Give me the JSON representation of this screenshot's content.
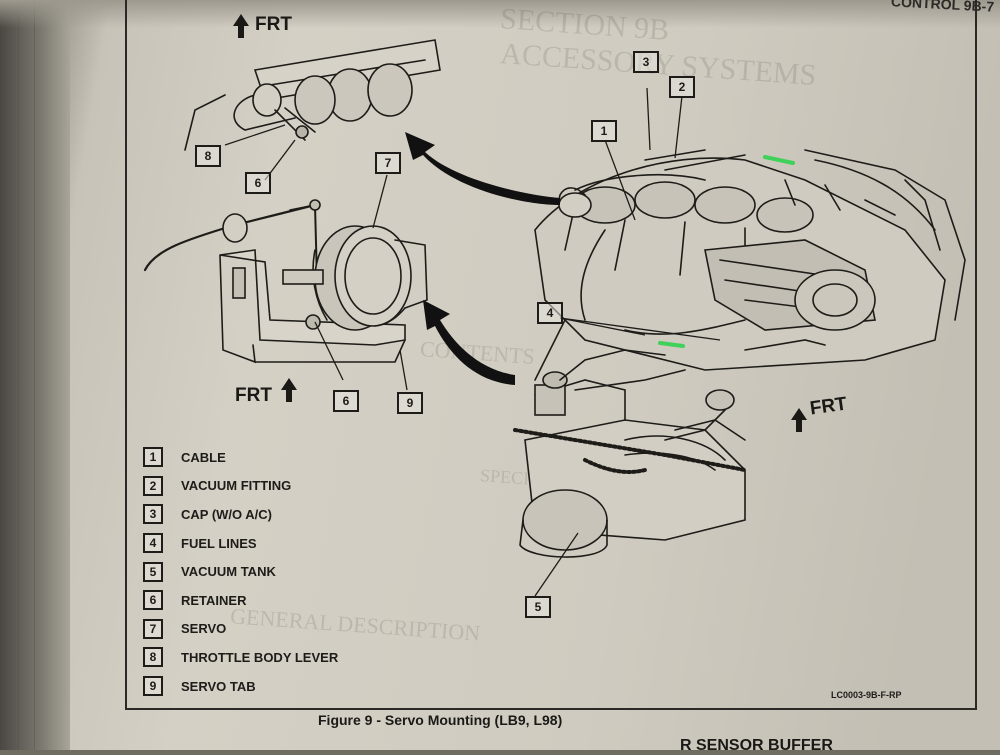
{
  "header": {
    "running_head": "CONTROL  9B-7"
  },
  "figure": {
    "frt_labels": [
      "FRT",
      "FRT",
      "FRT"
    ],
    "callouts": {
      "c1": "1",
      "c2": "2",
      "c3": "3",
      "c4": "4",
      "c5": "5",
      "c6a": "6",
      "c6b": "6",
      "c7": "7",
      "c8": "8",
      "c9": "9"
    },
    "legend": [
      {
        "num": "1",
        "label": "CABLE"
      },
      {
        "num": "2",
        "label": "VACUUM FITTING"
      },
      {
        "num": "3",
        "label": "CAP (W/O A/C)"
      },
      {
        "num": "4",
        "label": "FUEL LINES"
      },
      {
        "num": "5",
        "label": "VACUUM TANK"
      },
      {
        "num": "6",
        "label": "RETAINER"
      },
      {
        "num": "7",
        "label": "SERVO"
      },
      {
        "num": "8",
        "label": "THROTTLE BODY LEVER"
      },
      {
        "num": "9",
        "label": "SERVO TAB"
      }
    ],
    "code": "LC0003-9B-F-RP",
    "caption": "Figure 9 - Servo Mounting (LB9, L98)"
  },
  "footer": {
    "next_title": "R SENSOR BUFFER"
  },
  "colors": {
    "highlight_green": "#3fd15a",
    "ink": "#1e1c19"
  }
}
